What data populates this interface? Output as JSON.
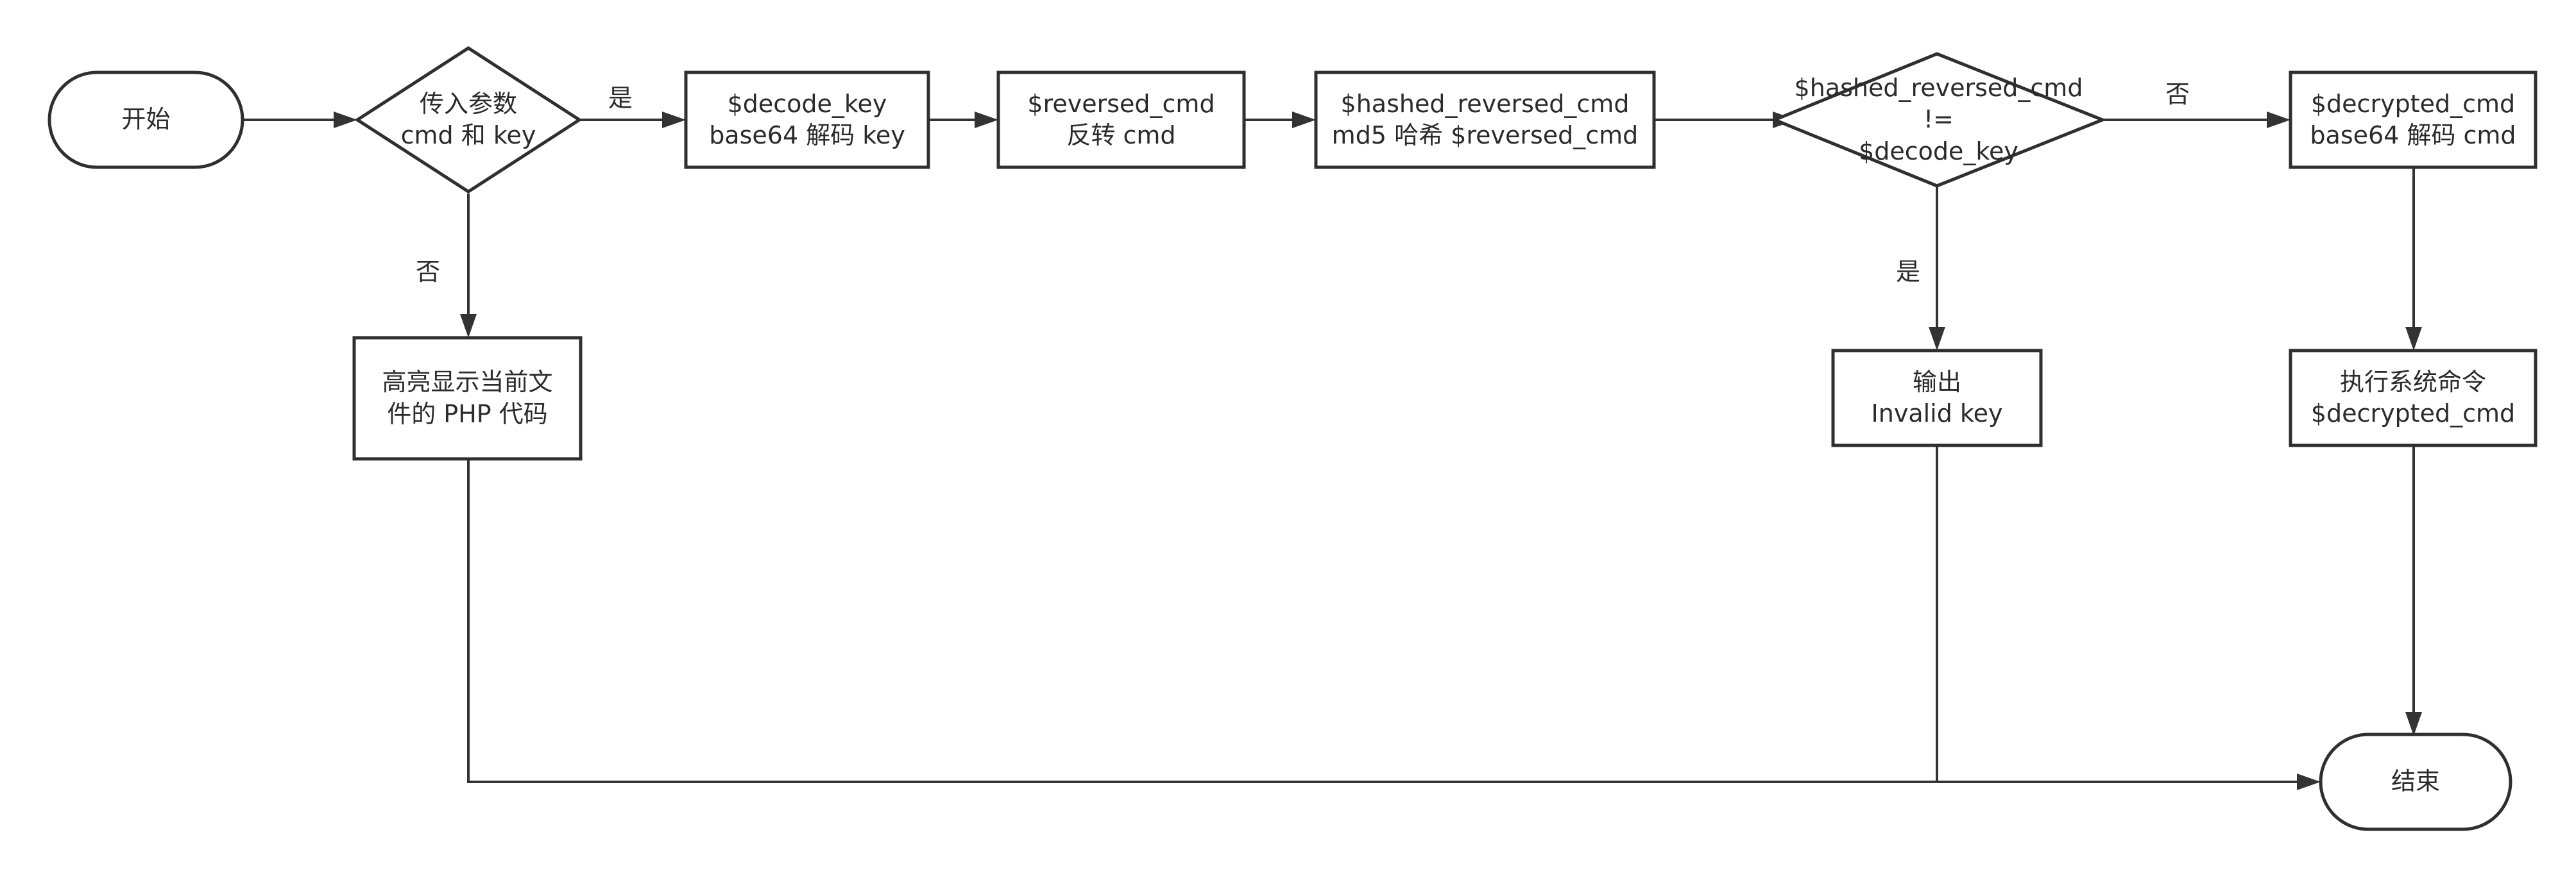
{
  "diagram": {
    "nodes": {
      "start": {
        "label": "开始"
      },
      "check_params": {
        "lines": [
          "传入参数",
          "cmd 和 key"
        ]
      },
      "decode_key": {
        "lines": [
          "$decode_key",
          "base64 解码 key"
        ]
      },
      "reverse_cmd": {
        "lines": [
          "$reversed_cmd",
          "反转 cmd"
        ]
      },
      "hash_reversed": {
        "lines": [
          "$hashed_reversed_cmd",
          "md5 哈希 $reversed_cmd"
        ]
      },
      "compare": {
        "lines": [
          "$hashed_reversed_cmd",
          "!=",
          "$decode_key"
        ]
      },
      "decrypt_cmd": {
        "lines": [
          "$decrypted_cmd",
          "base64 解码 cmd"
        ]
      },
      "highlight": {
        "lines": [
          "高亮显示当前文",
          "件的 PHP 代码"
        ]
      },
      "invalid": {
        "lines": [
          "输出",
          "Invalid key"
        ]
      },
      "execute": {
        "lines": [
          "执行系统命令",
          "$decrypted_cmd"
        ]
      },
      "end": {
        "label": "结束"
      }
    },
    "edge_labels": {
      "params_yes": "是",
      "params_no": "否",
      "compare_no": "否",
      "compare_yes": "是"
    }
  }
}
